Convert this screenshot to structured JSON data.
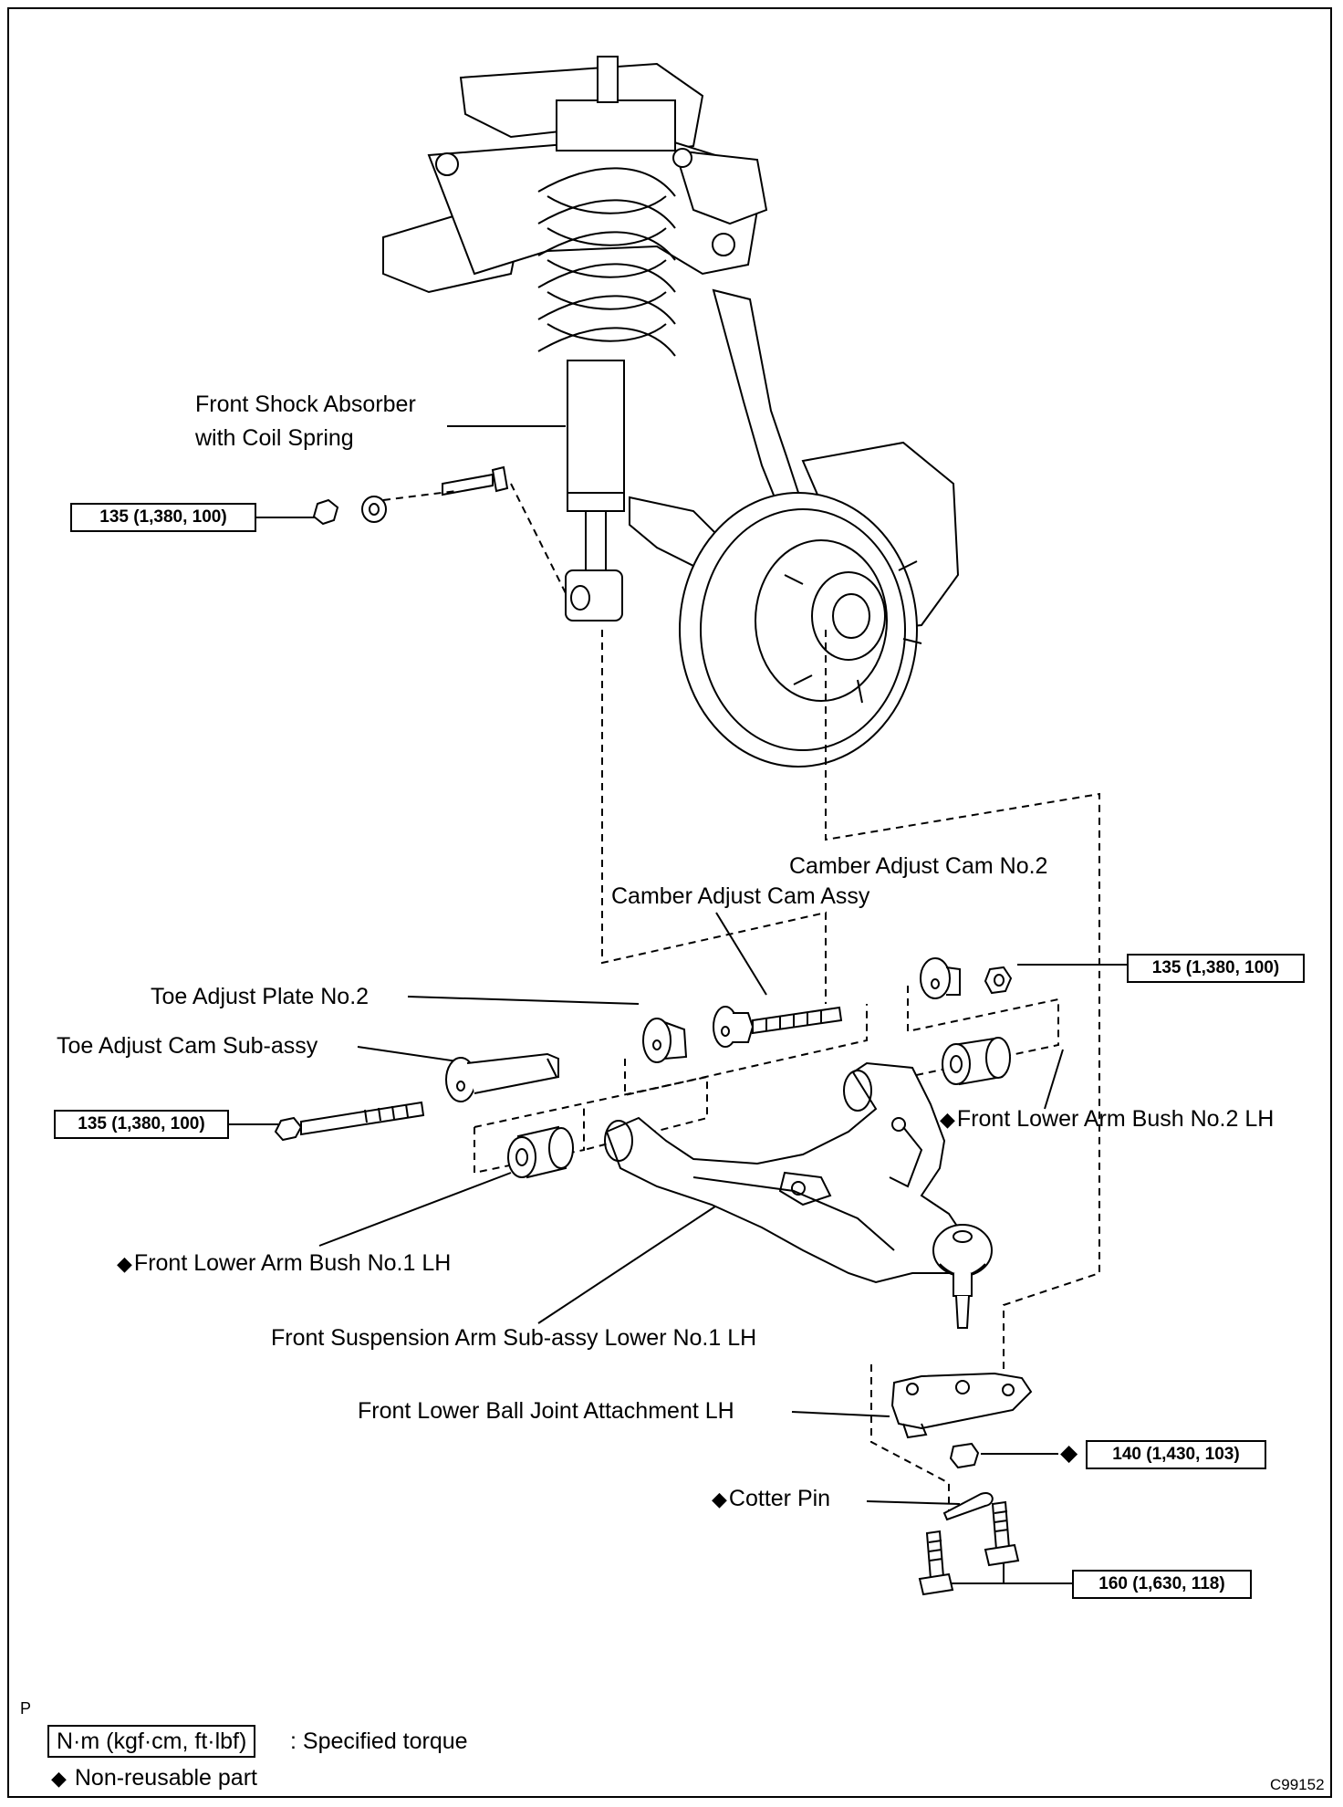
{
  "parts": {
    "shock_absorber_line1": "Front Shock Absorber",
    "shock_absorber_line2": "with Coil Spring",
    "camber_cam_no2": "Camber Adjust Cam No.2",
    "camber_cam_assy": "Camber Adjust Cam Assy",
    "toe_plate_no2": "Toe Adjust Plate No.2",
    "toe_cam_sub_assy": "Toe Adjust Cam Sub-assy",
    "bush_no2": "Front Lower Arm Bush No.2 LH",
    "bush_no1": "Front Lower Arm Bush No.1 LH",
    "suspension_arm": "Front Suspension Arm Sub-assy Lower No.1 LH",
    "ball_joint_attachment": "Front Lower Ball Joint Attachment LH",
    "cotter_pin": "Cotter Pin"
  },
  "torques": {
    "shock_nut": "135 (1,380, 100)",
    "camber_nut": "135 (1,380, 100)",
    "toe_bolt": "135 (1,380, 100)",
    "ball_joint_nut": "140 (1,430, 103)",
    "attachment_bolts": "160 (1,630, 118)"
  },
  "symbols": {
    "non_reusable": "◆"
  },
  "legend": {
    "marker": "P",
    "torque_units": "N·m (kgf·cm, ft·lbf)",
    "torque_desc": ": Specified torque",
    "non_reusable_text": "Non-reusable part"
  },
  "figure_code": "C99152"
}
